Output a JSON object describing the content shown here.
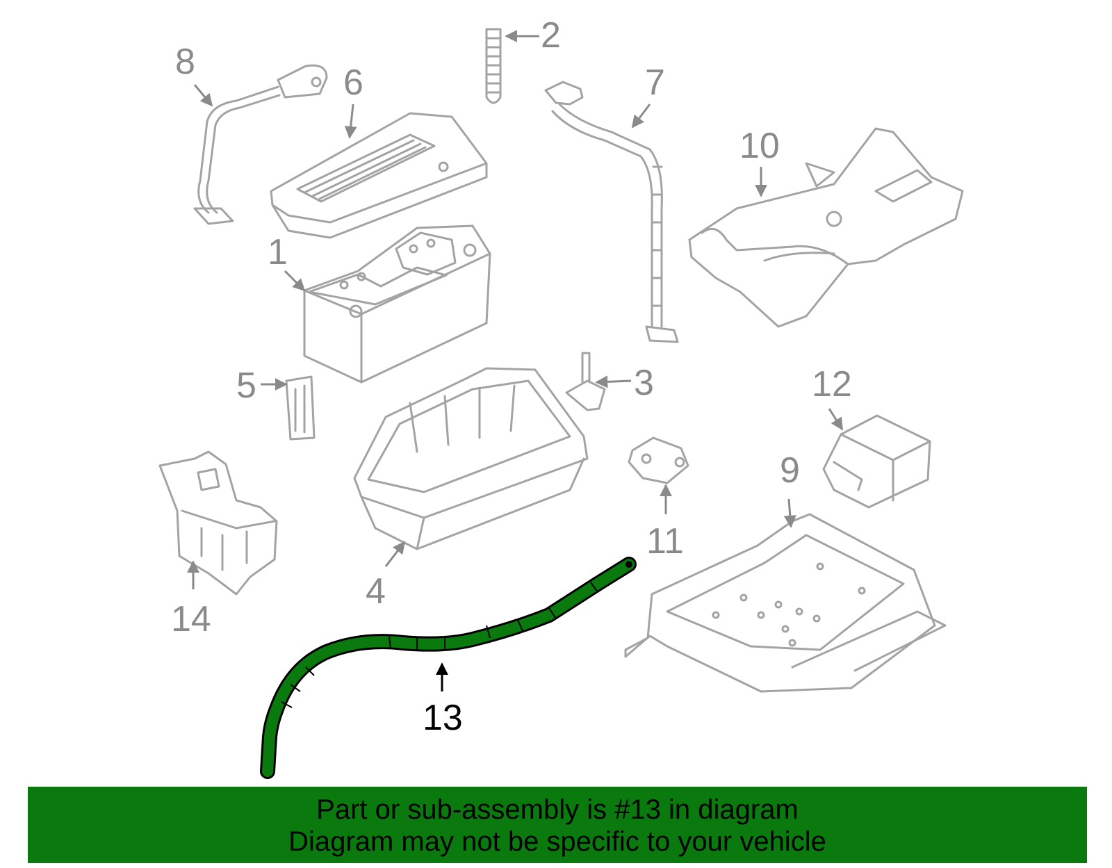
{
  "diagram": {
    "callouts": [
      "1",
      "2",
      "3",
      "4",
      "5",
      "6",
      "7",
      "8",
      "9",
      "10",
      "11",
      "12",
      "13",
      "14"
    ],
    "highlighted_part": "13",
    "colors": {
      "outline": "#a3a3a3",
      "label": "#8a8a8a",
      "highlight_fill": "#0a7a0f",
      "highlight_stroke": "#000000"
    }
  },
  "banner": {
    "line1": "Part or sub-assembly is #13 in diagram",
    "line2": "Diagram may not be specific to your vehicle",
    "background": "#0a7a0f"
  }
}
